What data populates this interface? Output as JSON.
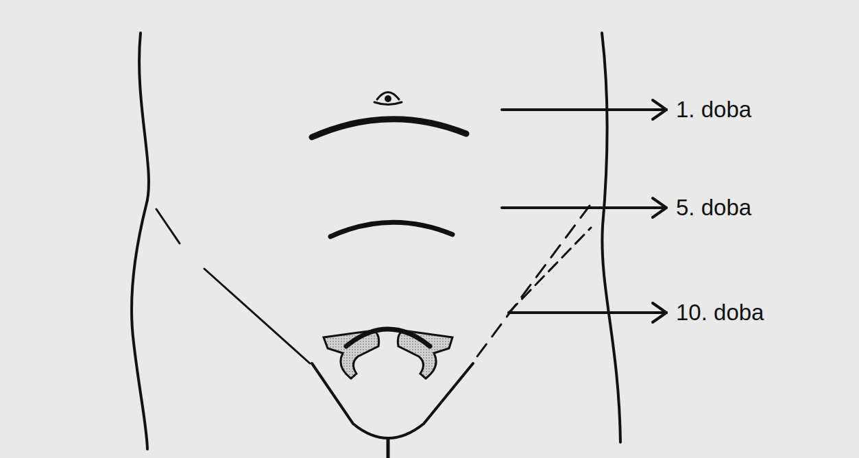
{
  "diagram": {
    "labels": [
      "1. doba",
      "5. doba",
      "10. doba"
    ]
  }
}
